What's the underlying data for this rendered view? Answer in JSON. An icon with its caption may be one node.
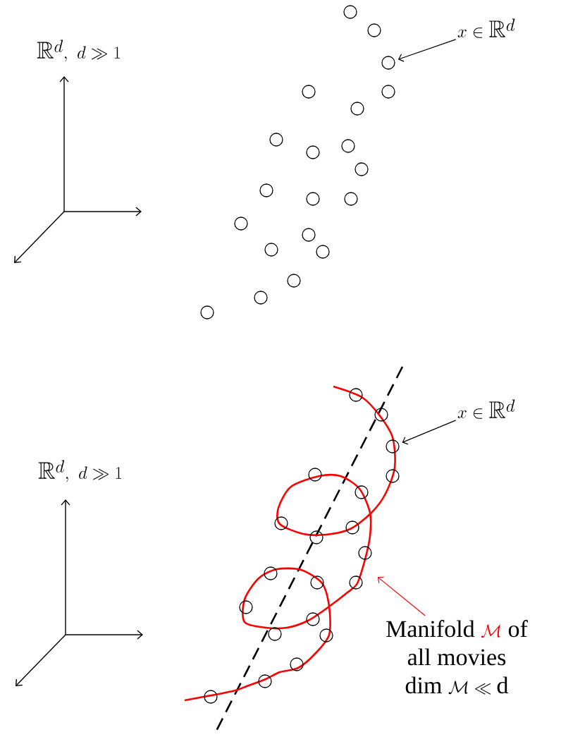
{
  "diagram": {
    "nodes": [
      {
        "text": [
          "x \\in \\mathbb{R}^d"
        ]
      },
      {
        "text": [],
        "shape": "circle"
      },
      {
        "text": [
          "x \\in \\mathbb{R}^d"
        ]
      },
      {
        "text": [],
        "shape": "circle"
      },
      {
        "text": [
          "\\begin{array}{c}\\text{Manifold } {\\color{red}\\mathcal{M}} \\text{ of}\\\\ \\text{all movies}\\\\ \\text{dim } \\mathcal{M} \\ll \\text{d}\\end{array}"
        ]
      }
    ],
    "edges": [
      {
        "from": 0,
        "to": 1,
        "arrow": "to"
      },
      {
        "from": 2,
        "to": 3,
        "arrow": "to"
      },
      {
        "from": 4,
        "to": null,
        "arrow": "to",
        "color": "#ff0000"
      }
    ],
    "labels": [
      "\\mathbb{R}^d,\\ d \\gg 1",
      "\\mathbb{R}^d,\\ d \\gg 1"
    ]
  }
}
